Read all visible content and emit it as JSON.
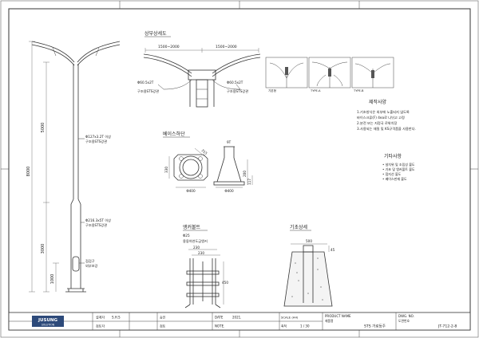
{
  "views": {
    "top_detail": "상부상세도",
    "base_plate": "베이스하단",
    "anchor_bolt": "앵커볼트",
    "foundation": "기초상세"
  },
  "pole": {
    "dim_total": "8000",
    "dim_upper": "5000",
    "dim_lower": "3000",
    "dim_base": "1000",
    "upper_pipe_1": "Φ127x3.2T 이상",
    "upper_pipe_2": "구조용STS강관",
    "lower_pipe_1": "Φ216.3x5T 이상",
    "lower_pipe_2": "구조용STS강관",
    "door_1": "점검구",
    "door_2": "외부보강"
  },
  "top": {
    "span_left": "1500~2000",
    "span_right": "1500~2000",
    "arm_left_1": "Φ60.5x2T",
    "arm_left_2": "구조용STS강관",
    "arm_right_1": "Φ60.5x2T",
    "arm_right_2": "구조용STS강관"
  },
  "variants": {
    "label_1": "기본형",
    "label_2": "TYPE-A",
    "label_3": "TYPE-B"
  },
  "specs": {
    "title": "제작사양",
    "lines": [
      "1.기초방식은 외부에 노출되지 않도록",
      "   바이스크류(F) 4ea로 나뉘고 고정",
      "2.분전 또는 지정국 로위치장",
      "3.사용되는 재질 및 KS규격품을 사용한다."
    ]
  },
  "other": {
    "title": "기타사항",
    "lines": [
      "• 설치위 및 조립성 불도",
      "• 기초 및 앵커볼트 불도",
      "• 접지선 불도",
      "• 베이스판재 불도"
    ]
  },
  "base": {
    "dim_top": "9T",
    "dim_a": "330",
    "dim_b": "315",
    "dim_w1": "Φ400",
    "dim_w2": "Φ400",
    "dim_h": "200",
    "dim_s": "117"
  },
  "anchor": {
    "spec_1": "Φ25",
    "spec_2": "용융아연도금앵커",
    "dim_a": "230",
    "dim_b": "230",
    "dim_h": "450"
  },
  "foundation": {
    "dim_w": "500",
    "dim_d": "45"
  },
  "titleblock": {
    "logo_1": "JUSUNG",
    "logo_2": "SOLUTION",
    "design_label": "설계자",
    "design_value": "S.H.S",
    "check_label": "검토자",
    "approve_label": "승인",
    "review_label": "검토",
    "date_label": "DATE",
    "date_value": "2021.",
    "note_label": "NOTE.",
    "scale_label": "SCALE (A4)",
    "scale_ratio_label": "축척",
    "scale_value": "1 / 30",
    "product_label": "PRODUCT NAME",
    "product_sub": "제품명",
    "product_value": "STS 가로등주",
    "dwg_label": "DWG. NO.",
    "dwg_sub": "도면번호",
    "dwg_value": "JT-712-2-8"
  }
}
